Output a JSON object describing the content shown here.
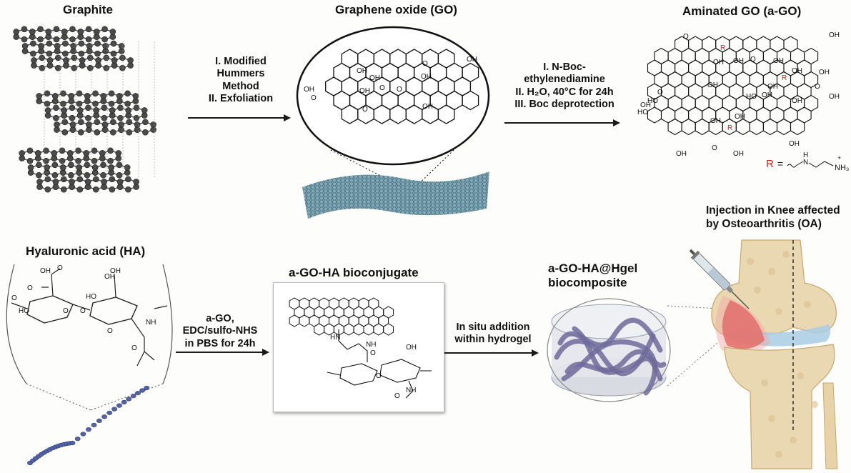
{
  "titles": {
    "graphite": "Graphite",
    "go": "Graphene oxide (GO)",
    "ago": "Aminated GO (a-GO)",
    "ha": "Hyaluronic acid (HA)",
    "bioconjugate": "a-GO-HA bioconjugate",
    "biocomposite_line1": "a-GO-HA@Hgel",
    "biocomposite_line2": "biocomposite",
    "injection_line1": "Injection in Knee affected",
    "injection_line2": "by Osteoarthritis (OA)"
  },
  "steps": {
    "graphite_to_go": [
      "I. Modified",
      "Hummers",
      "Method",
      "II. Exfoliation"
    ],
    "go_to_ago": [
      "I. N-Boc-",
      "ethylenediamine",
      "II. H₂O, 40°C for 24h",
      "III. Boc deprotection"
    ],
    "ha_to_conjugate": [
      "a-GO,",
      "EDC/sulfo-NHS",
      "in PBS for 24h"
    ],
    "conjugate_to_gel": [
      "In situ addition",
      "within hydrogel"
    ]
  },
  "molecule_labels": {
    "go": [
      "OH",
      "OH",
      "O",
      "O",
      "OH",
      "O",
      "OH",
      "O",
      "OH",
      "OH",
      "O",
      "OH"
    ],
    "ago": [
      "O",
      "OH",
      "R",
      "OH",
      "OH",
      "O",
      "OH",
      "R",
      "OH",
      "OH",
      "HO",
      "OH",
      "OH",
      "O",
      "OH",
      "OH",
      "OH",
      "R",
      "OH",
      "OH",
      "O",
      "OH",
      "HO",
      "HO",
      "O",
      "OH",
      "OH",
      "OH"
    ],
    "r_definition": [
      "R",
      "=",
      "N",
      "H",
      "NH₃",
      "+"
    ],
    "ha": [
      "OH",
      "OH",
      "O",
      "O",
      "HO",
      "O",
      "O",
      "HO",
      "O",
      "O",
      "NH",
      "O",
      "OH"
    ],
    "conjugate": [
      "HN",
      "NH",
      "O",
      "NH",
      "O",
      "OH",
      "O"
    ]
  },
  "colors": {
    "arrow": "#1a1a1a",
    "r_group": "#d42020",
    "graphene_sheet": "#5e8fa0",
    "ha_chain": "#5462a6",
    "hydrogel_fiber": "#6f6a9a",
    "bone": "#e9d6b0",
    "inflamed": "#d4403e",
    "cartilage": "#a8cbe2"
  }
}
